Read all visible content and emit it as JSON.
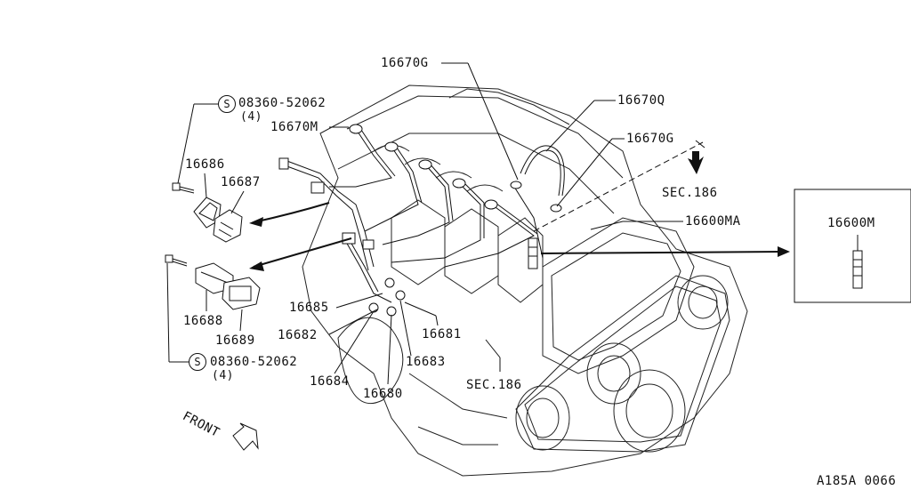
{
  "labels": {
    "p16670G_top": "16670G",
    "p16670Q": "16670Q",
    "p16670G_right": "16670G",
    "p16670M": "16670M",
    "sec186_top": "SEC.186",
    "p16600MA": "16600MA",
    "p16600M": "16600M",
    "p16686": "16686",
    "p16687": "16687",
    "p16688": "16688",
    "p16689": "16689",
    "p16685": "16685",
    "p16682": "16682",
    "p16681": "16681",
    "p16683": "16683",
    "p16684": "16684",
    "p16680": "16680",
    "sec186_bottom": "SEC.186",
    "front": "FRONT",
    "drawing_code": "A185A 0066"
  },
  "bolts": {
    "top_symbol": "S",
    "top_part": "08360-52062",
    "top_qty": "(4)",
    "bottom_symbol": "S",
    "bottom_part": "08360-52062",
    "bottom_qty": "(4)"
  }
}
